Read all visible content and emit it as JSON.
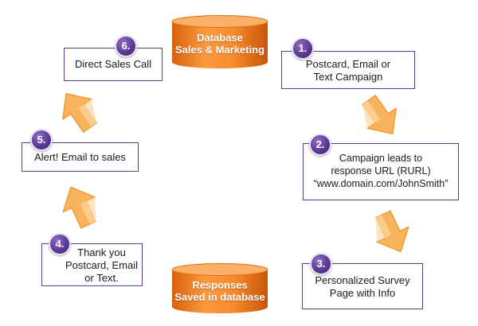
{
  "colors": {
    "box_border": "#5b3c8e",
    "badge_fill": "#5d3a95",
    "cylinder_fill": "#f07c1c",
    "arrow_fill": "#f8b45c"
  },
  "database_top": {
    "label": "Database\nSales & Marketing"
  },
  "database_bottom": {
    "label": "Responses\nSaved in database"
  },
  "steps": [
    {
      "number": "1.",
      "text": "Postcard, Email or\nText Campaign"
    },
    {
      "number": "2.",
      "text": "Campaign leads to\nresponse URL (RURL)\n“www.domain.com/JohnSmith”"
    },
    {
      "number": "3.",
      "text": "Personalized Survey\nPage with Info"
    },
    {
      "number": "4.",
      "text": "Thank you\nPostcard, Email\nor Text."
    },
    {
      "number": "5.",
      "text": "Alert! Email to sales"
    },
    {
      "number": "6.",
      "text": "Direct Sales Call"
    }
  ]
}
